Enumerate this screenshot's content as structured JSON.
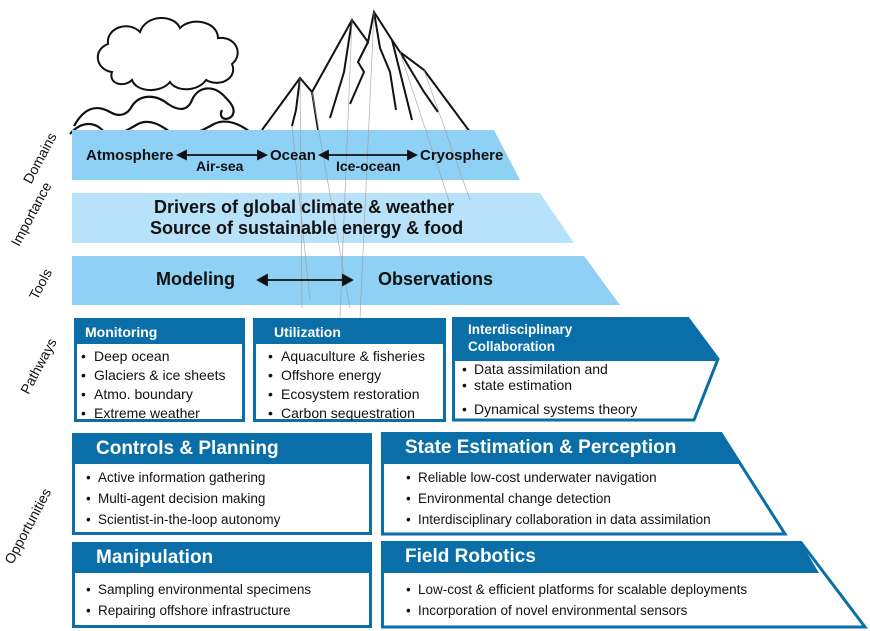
{
  "side_labels": {
    "domains": "Domains",
    "importance": "Importance",
    "tools": "Tools",
    "pathways": "Pathways",
    "opportunities": "Opportunities"
  },
  "domains": {
    "atmosphere": "Atmosphere",
    "air_sea": "Air-sea",
    "ocean": "Ocean",
    "ice_ocean": "Ice-ocean",
    "cryosphere": "Cryosphere"
  },
  "importance": {
    "line1": "Drivers of global climate & weather",
    "line2": "Source of sustainable energy & food"
  },
  "tools": {
    "modeling": "Modeling",
    "observations": "Observations"
  },
  "pathways": [
    {
      "title": "Monitoring",
      "items": [
        "Deep ocean",
        "Glaciers & ice sheets",
        "Atmo. boundary",
        "Extreme weather"
      ]
    },
    {
      "title": "Utilization",
      "items": [
        "Aquaculture & fisheries",
        "Offshore energy",
        "Ecosystem restoration",
        "Carbon sequestration"
      ]
    },
    {
      "title_line1": "Interdisciplinary",
      "title_line2": "Collaboration",
      "items_a": [
        "Data assimilation and",
        "state estimation"
      ],
      "items_b": [
        "Dynamical systems theory"
      ]
    }
  ],
  "opportunities": [
    {
      "title": "Controls & Planning",
      "items": [
        "Active information gathering",
        "Multi-agent decision making",
        "Scientist-in-the-loop autonomy"
      ]
    },
    {
      "title": "State Estimation & Perception",
      "items": [
        "Reliable low-cost underwater navigation",
        "Environmental change detection",
        "Interdisciplinary collaboration in data assimilation"
      ]
    },
    {
      "title": "Manipulation",
      "items": [
        "Sampling environmental specimens",
        "Repairing offshore infrastructure"
      ]
    },
    {
      "title": "Field Robotics",
      "items": [
        "Low-cost & efficient platforms for scalable deployments",
        "Incorporation of novel environmental sensors"
      ]
    }
  ],
  "colors": {
    "band_domains": "#8fd0f5",
    "band_importance": "#b7e2fa",
    "band_tools": "#8fd0f5",
    "box_blue": "#0a6ea8"
  }
}
